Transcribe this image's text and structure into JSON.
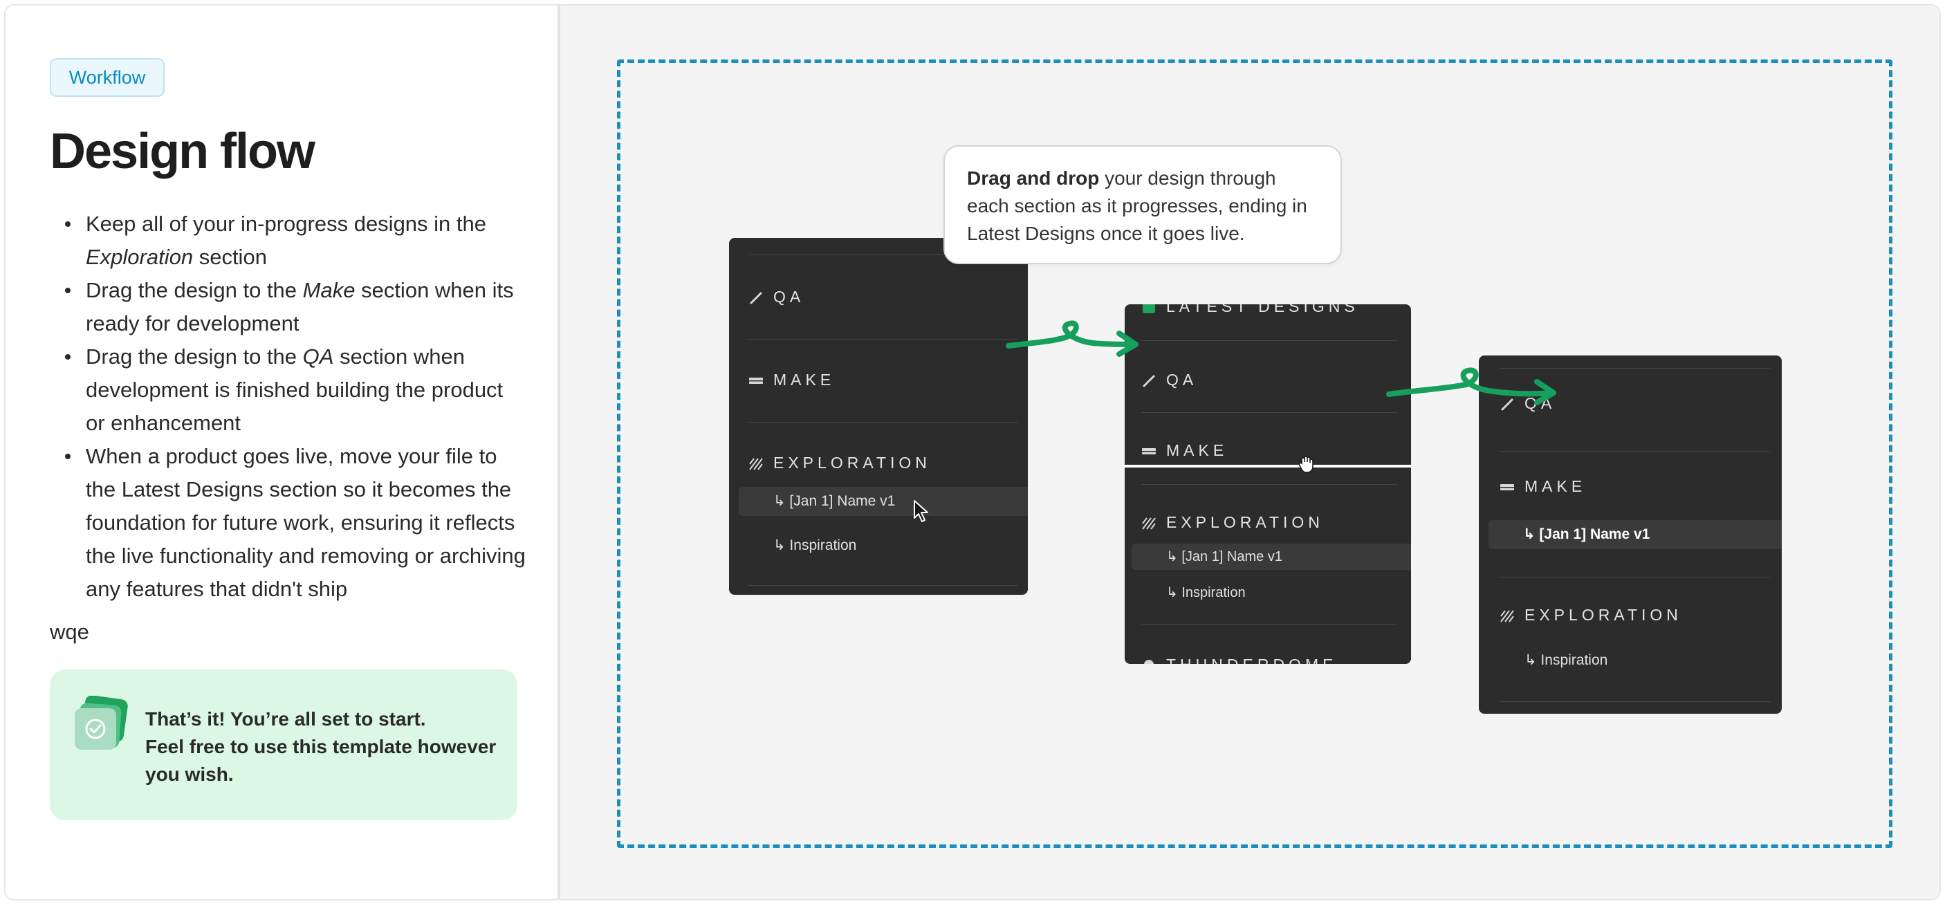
{
  "tag": "Workflow",
  "title": "Design flow",
  "bullets": [
    {
      "before": "Keep all of your in-progress designs in the ",
      "em": "Exploration",
      "after": " section"
    },
    {
      "before": "Drag the design to the ",
      "em": "Make",
      "after": " section when its ready for development"
    },
    {
      "before": "Drag the design to the ",
      "em": "QA",
      "after": " section when development is finished building the product or enhancement"
    },
    {
      "before": "When a product goes live, move your file to the Latest Designs section so it becomes the foundation for future work, ensuring it reflects the live functionality and removing or archiving any features that didn't ship",
      "em": "",
      "after": ""
    }
  ],
  "extra_text": "wqe",
  "callout": {
    "line1": "That’s it! You’re all set to start.",
    "line2": "Feel free to use this template however you wish."
  },
  "tooltip": {
    "bold": "Drag and drop",
    "rest": " your design through each section as it progresses, ending in Latest Designs once it goes live."
  },
  "panel1": {
    "qa": "QA",
    "make": "MAKE",
    "exploration": "EXPLORATION",
    "item1": "↳ [Jan 1] Name v1",
    "item2": "↳ Inspiration"
  },
  "panel2": {
    "latest": "LATEST DESIGNS",
    "qa": "QA",
    "make": "MAKE",
    "exploration": "EXPLORATION",
    "item1": "↳ [Jan 1] Name v1",
    "item2": "↳ Inspiration",
    "thunderdome": "THUNDERDOME"
  },
  "panel3": {
    "qa": "QA",
    "make": "MAKE",
    "item1": "↳ [Jan 1] Name v1",
    "exploration": "EXPLORATION",
    "item2": "↳ Inspiration"
  },
  "colors": {
    "accent": "#1a8fbf",
    "arrow": "#17a05d",
    "panel_bg": "#2c2c2c",
    "callout_bg": "#dcf8e4"
  }
}
